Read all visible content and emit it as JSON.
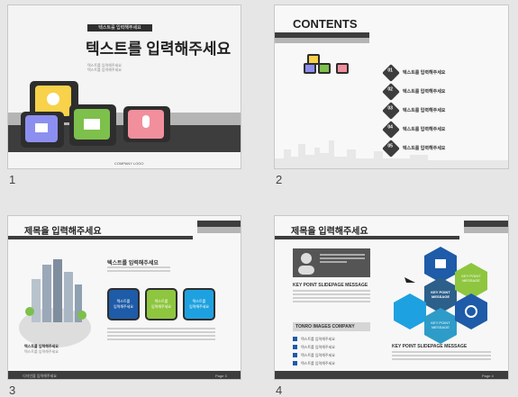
{
  "slides": [
    {
      "number": "1",
      "tag": "텍스트를 입력해주세요",
      "title": "텍스트를 입력해주세요",
      "sub1": "텍스트를 입력해주세요",
      "sub2": "텍스트를 입력해주세요",
      "company": "COMPANY LOGO"
    },
    {
      "number": "2",
      "title": "CONTENTS",
      "items": [
        {
          "n": "01",
          "label": "텍스트를 입력해주세요"
        },
        {
          "n": "02",
          "label": "텍스트를 입력해주세요"
        },
        {
          "n": "03",
          "label": "텍스트를 입력해주세요"
        },
        {
          "n": "04",
          "label": "텍스트를 입력해주세요"
        },
        {
          "n": "05",
          "label": "텍스트를 입력해주세요"
        }
      ]
    },
    {
      "number": "3",
      "title": "제목을 입력해주세요",
      "heading": "텍스트를 입력해주세요",
      "box1": "텍스트를\n입력해주세요",
      "box2": "텍스트를\n입력해주세요",
      "box3": "텍스트를\n입력해주세요",
      "caption1": "텍스트를 입력해주세요",
      "caption2": "텍스트를 입력해주세요",
      "footer": "디자인을 입력해주세요",
      "page": "Page 3"
    },
    {
      "number": "4",
      "title": "제목을 입력해주세요",
      "key1": "KEY POINT SLIDEPAGE MESSAGE",
      "company": "TONRO IMAGES COMPANY",
      "list": [
        "텍스트를 입력해주세요",
        "텍스트를 입력해주세요",
        "텍스트를 입력해주세요",
        "텍스트를 입력해주세요"
      ],
      "center": "KEY POINT\nMESSAGE",
      "hex_a": "KEY POINT\nMESSAGE",
      "hex_b": "KEY POINT\nMESSAGE",
      "key2": "KEY POINT SLIDEPAGE MESSAGE",
      "page": "Page 4"
    }
  ],
  "colors": {
    "dark": "#3d3d3d",
    "blue": "#1e5ba8",
    "green": "#8ec63f",
    "cyan": "#1ea1e0",
    "pink": "#f28f9c",
    "yellow": "#f7d24a",
    "purple": "#8c8ff0"
  }
}
